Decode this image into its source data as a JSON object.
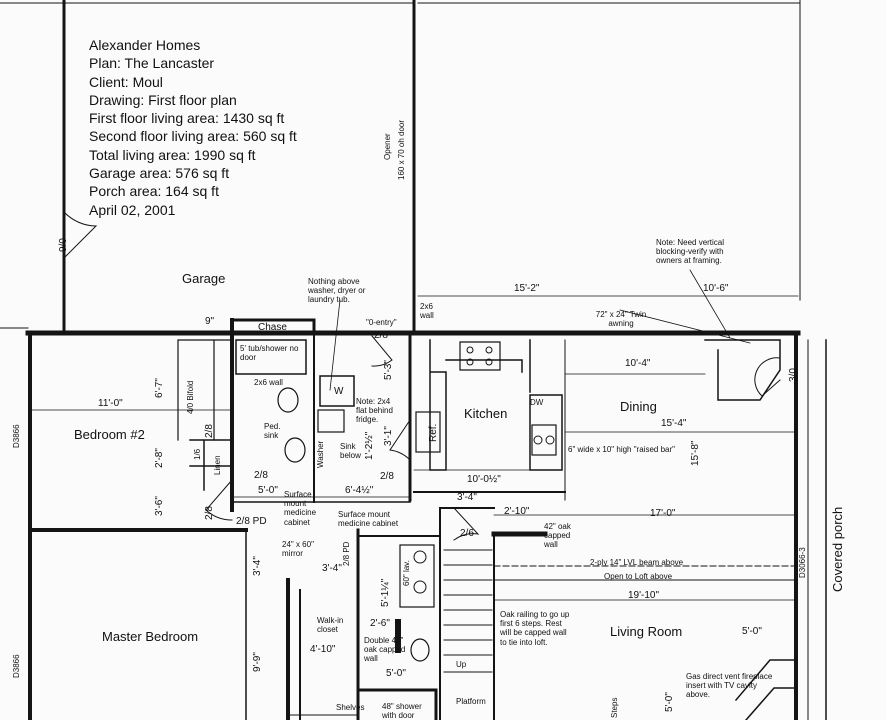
{
  "title_block": [
    "Alexander Homes",
    "Plan: The Lancaster",
    "Client: Moul",
    "Drawing: First floor plan",
    "First floor living area: 1430 sq ft",
    "Second floor living area: 560 sq ft",
    "Total living area: 1990 sq ft",
    "Garage area: 576 sq ft",
    "Porch area: 164 sq ft",
    "April 02, 2001"
  ],
  "rooms": {
    "garage": "Garage",
    "bedroom2": "Bedroom #2",
    "kitchen": "Kitchen",
    "dining": "Dining",
    "master_bedroom": "Master Bedroom",
    "living_room": "Living Room",
    "covered_porch": "Covered porch",
    "chase": "Chase",
    "linen": "Linen",
    "walk_in_closet": "Walk-in closet",
    "platform": "Platform",
    "shelves": "Shelves",
    "up": "Up"
  },
  "dimensions": {
    "d_15_2": "15'-2\"",
    "d_10_6": "10'-6\"",
    "d_11_0": "11'-0\"",
    "d_6_7": "6'-7\"",
    "d_2_8_left": "2'-8\"",
    "d_3_6": "3'-6\"",
    "d_5_0": "5'-0\"",
    "d_6_4_half": "6'-4½\"",
    "d_10_0_half": "10'-0½\"",
    "d_10_4": "10'-4\"",
    "d_15_4": "15'-4\"",
    "d_15_8": "15'-8\"",
    "d_3_4": "3'-4\"",
    "d_2_10": "2'-10\"",
    "d_17_0": "17'-0\"",
    "d_19_10": "19'-10\"",
    "d_5_0_living": "5'-0\"",
    "d_3_4_left": "3'-4\"",
    "d_3_4_mid": "3'-4\"",
    "d_5_1_quarter": "5'-1¼\"",
    "d_2_6": "2'-6\"",
    "d_4_10": "4'-10\"",
    "d_5_0_bath": "5'-0\"",
    "d_9_9": "9'-9\"",
    "d_5_3": "5'-3\"",
    "d_3_1": "3'-1\"",
    "d_1_2_half": "1'-2½\"",
    "d_5_0_vert": "5'-0\"",
    "d_9": "9\"",
    "d_2_8_pd": "2/8 PD",
    "d_2_8_a": "2/8",
    "d_2_8_b": "2/8",
    "d_2_8_c": "2/8",
    "d_2_8_d": "2/8",
    "d_2_8_e": "2/8",
    "d_2_6_door": "2/6",
    "d_1_6": "1/6",
    "d_9_0_door": "9/0",
    "d_3_0_door": "3/0",
    "d_2_8_pd_vert": "2/8 PD",
    "d_4_0_bifold": "4/0 Bifold",
    "d3866_top": "D3866",
    "d3866_bottom": "D3866",
    "d3066_3": "D3066-3"
  },
  "notes": {
    "nothing_above": "Nothing above washer, dryer or laundry tub.",
    "zero_entry": "\"0-entry\"",
    "tub_shower": "5' tub/shower no door",
    "two_by_six_wall": "2x6 wall",
    "two_by_six_wall_b": "2x6 wall",
    "ped_sink": "Ped. sink",
    "need_vertical_blocking": "Note: Need vertical blocking-verify with owners at framing.",
    "twin_awning": "72\" x 24\" Twin awning",
    "opener": "Opener",
    "oh_door": "160 x 70 oh door",
    "note_2x4": "Note: 2x4 flat behind fridge.",
    "raised_bar": "6\" wide x 10\" high \"raised bar\"",
    "dw": "DW",
    "ref": "Ref.",
    "washer": "Washer",
    "dryer_w": "W",
    "sink_below": "Sink below",
    "surface_mount_1": "Surface mount medicine cabinet",
    "surface_mount_2": "Surface mount medicine cabinet",
    "oak_capped_wall": "42\" oak capped wall",
    "lvl_beam": "2-ply 14\" LVL beam above",
    "open_to_loft": "Open to Loft above",
    "mirror": "24\" x 60\" mirror",
    "sixty_lav": "60\" lav.",
    "double_oak": "Double 42\" oak capped wall",
    "oak_railing": "Oak railing to go up first 6 steps. Rest will be capped wall to tie into loft.",
    "gas_fireplace": "Gas direct vent fireplace insert with TV cavity above.",
    "shower_48": "48\" shower with door",
    "steps": "Steps"
  }
}
